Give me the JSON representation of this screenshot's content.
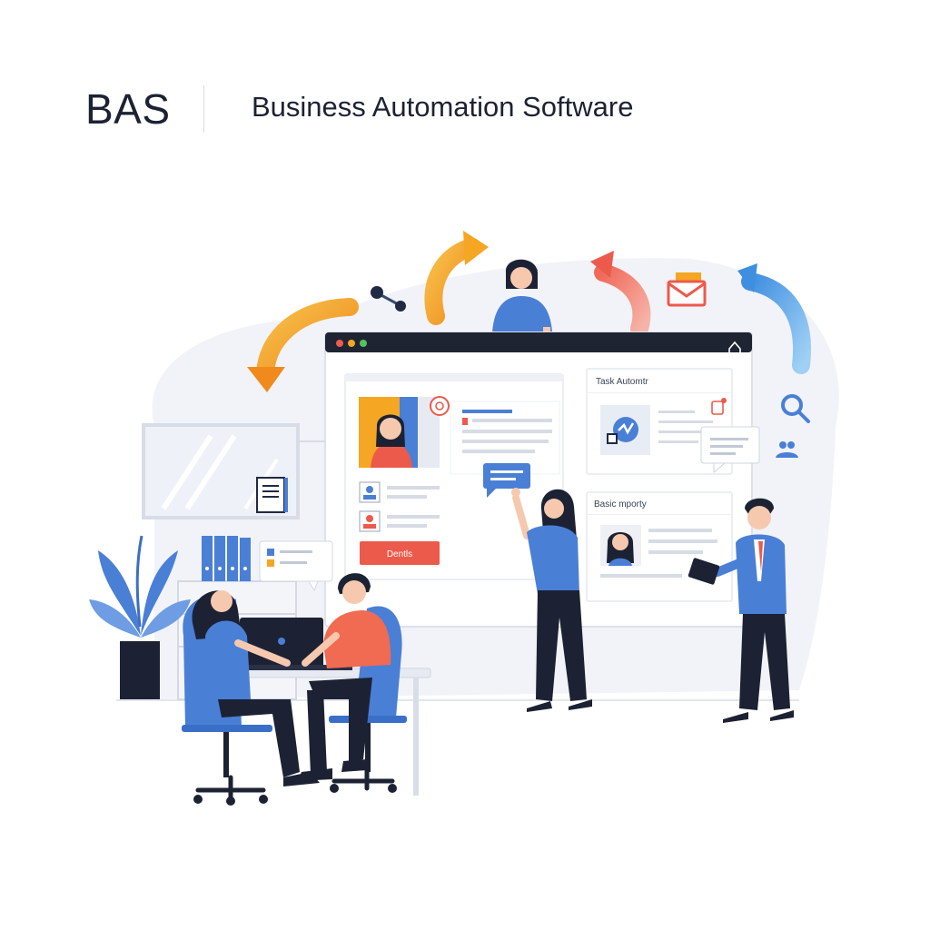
{
  "header": {
    "brand": "BAS",
    "tagline": "Business Automation Software"
  },
  "screen": {
    "card_task_title": "Task Automtr",
    "card_report_title": "Basic mporty",
    "action_button_label": "Dentls"
  },
  "colors": {
    "accent_blue": "#4a7fd6",
    "accent_orange": "#f5a623",
    "accent_red": "#ec5a4b",
    "navy": "#1c2233",
    "background_blob": "#f0f2f8"
  },
  "icons": {
    "window_controls": [
      "red-dot",
      "orange-dot",
      "green-dot"
    ],
    "decorations": [
      "network-nodes-icon",
      "envelope-icon",
      "search-gear-icon",
      "users-icon",
      "house-icon",
      "document-icon"
    ]
  }
}
